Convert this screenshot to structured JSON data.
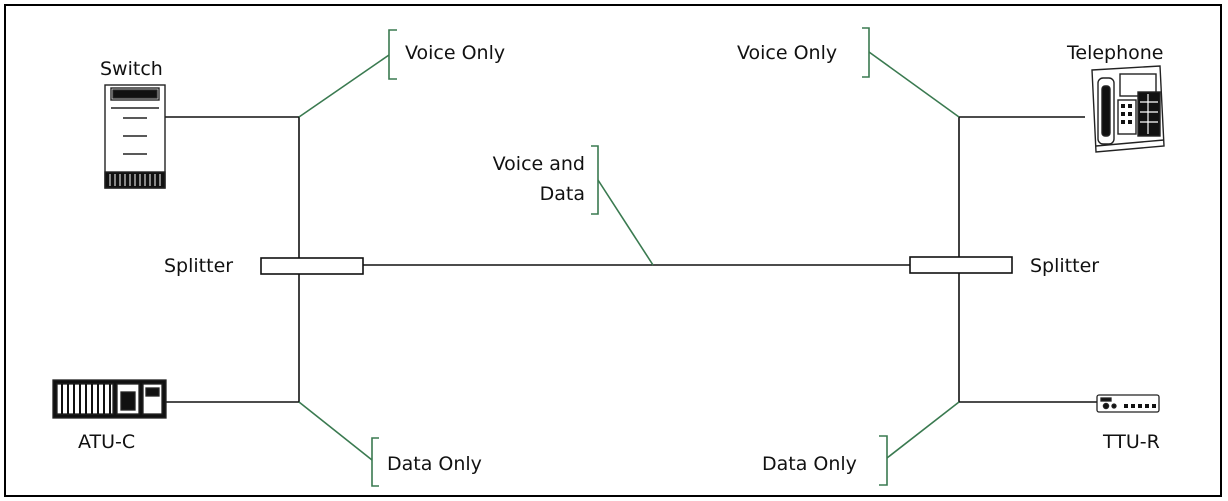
{
  "labels": {
    "switch": "Switch",
    "telephone": "Telephone",
    "splitter_left": "Splitter",
    "splitter_right": "Splitter",
    "atu_c": "ATU-C",
    "ttu_r": "TTU-R",
    "voice_only_left": "Voice Only",
    "voice_only_right": "Voice Only",
    "voice_and_data_line1": "Voice and",
    "voice_and_data_line2": "Data",
    "data_only_left": "Data Only",
    "data_only_right": "Data Only"
  },
  "colors": {
    "line": "#111111",
    "callout": "#3a7a50",
    "device_stroke": "#222222"
  }
}
